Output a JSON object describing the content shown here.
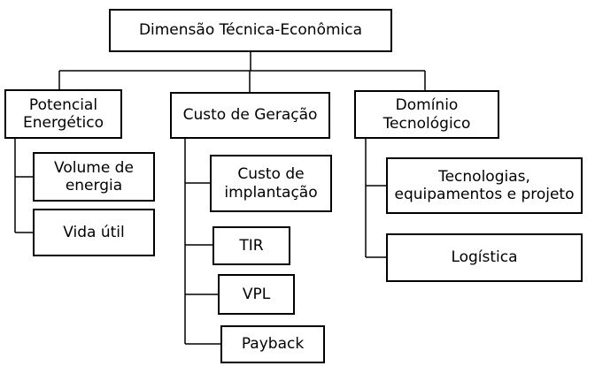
{
  "diagram": {
    "root": "Dimensão Técnica-Econômica",
    "columns": [
      {
        "label": "Potencial\nEnergético",
        "children": [
          "Volume de\nenergia",
          "Vida útil"
        ]
      },
      {
        "label": "Custo de Geração",
        "children": [
          "Custo de\nimplantação",
          "TIR",
          "VPL",
          "Payback"
        ]
      },
      {
        "label": "Domínio\nTecnológico",
        "children": [
          "Tecnologias,\nequipamentos e projeto",
          "Logística"
        ]
      }
    ]
  }
}
